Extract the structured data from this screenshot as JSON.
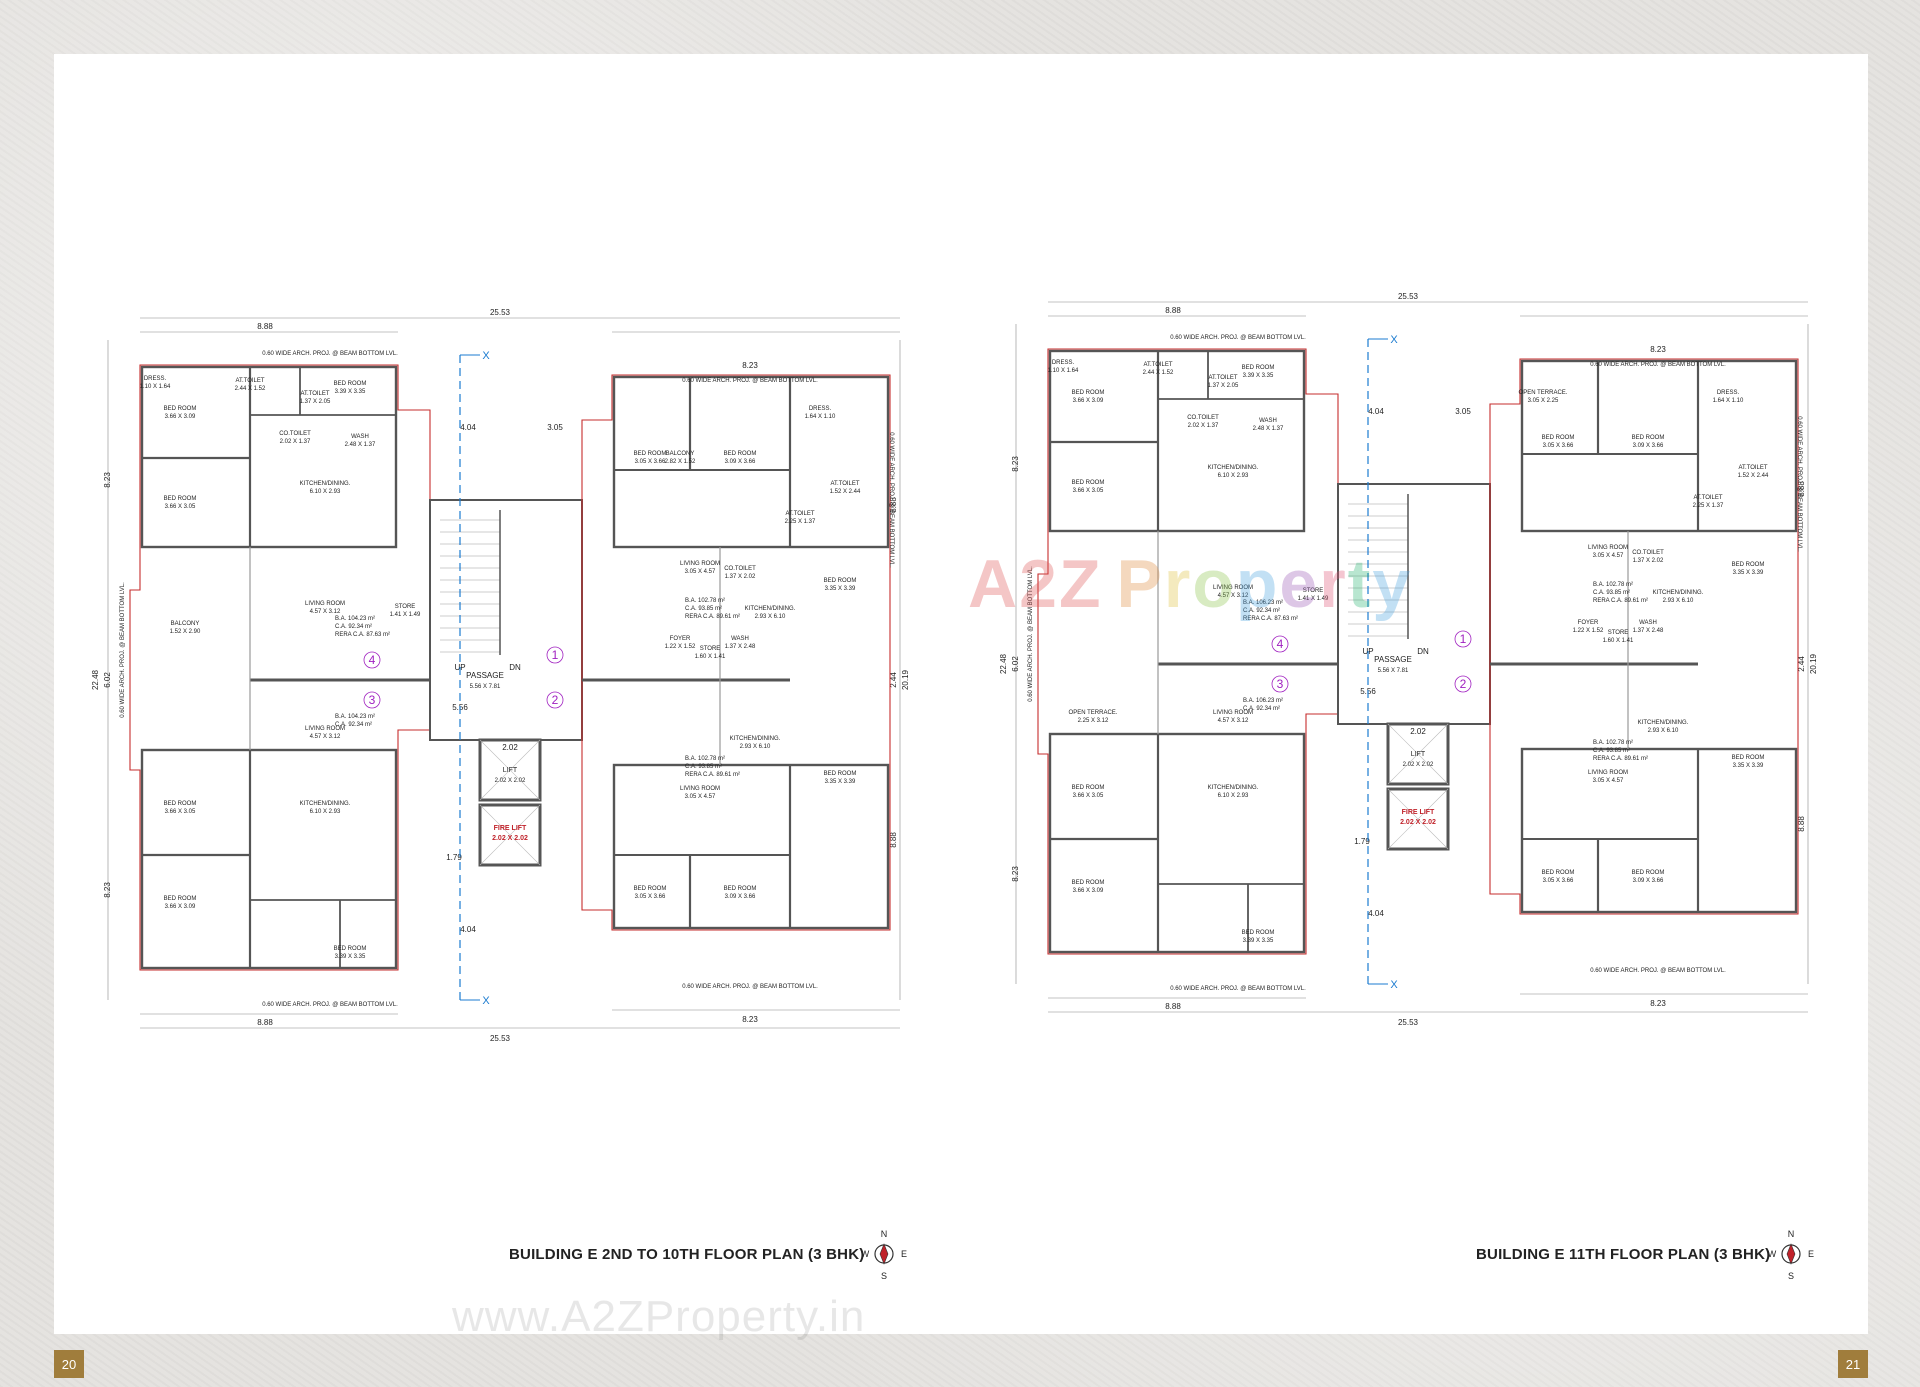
{
  "pages": {
    "left": "20",
    "right": "21"
  },
  "watermark": {
    "url": "www.A2ZProperty.in",
    "logo_letters": [
      "A",
      "2",
      "Z",
      " ",
      "P",
      "r",
      "o",
      "p",
      "e",
      "r",
      "t",
      "y"
    ]
  },
  "plans": [
    {
      "title": "BUILDING E 2ND TO 10TH FLOOR PLAN (3 BHK)",
      "compass": {
        "n": "N",
        "s": "S",
        "e": "E",
        "w": "W"
      },
      "axis_label": "X",
      "overall": {
        "top": "25.53",
        "bottom": "25.53",
        "left_top": "8.88",
        "right_top": "8.23",
        "left_bot": "8.88",
        "right_bot": "8.23",
        "height_left": "22.48",
        "height_right": "20.19",
        "h1": "8.23",
        "h2": "6.02",
        "h3": "8.23",
        "r1": "8.88",
        "r2": "2.44",
        "r3": "8.88"
      },
      "core": {
        "passage": "PASSAGE",
        "passage_dim": "5.56 X 7.81",
        "lift": "LIFT",
        "lift_dim": "2.02 X 2.02",
        "fire_lift": "FIRE LIFT",
        "fire_lift_dim": "2.02 X 2.02",
        "up": "UP",
        "dn": "DN",
        "w1": "4.04",
        "w2": "3.05",
        "w3": "5.56",
        "w4": "2.02",
        "w5": "1.79"
      },
      "flat_a_rooms": [
        {
          "name": "BED ROOM",
          "dim": "3.66 X 3.09"
        },
        {
          "name": "BED ROOM",
          "dim": "3.39 X 3.35"
        },
        {
          "name": "BED ROOM",
          "dim": "3.66 X 3.05"
        },
        {
          "name": "AT.TOILET",
          "dim": "2.44 X 1.52"
        },
        {
          "name": "AT.TOILET",
          "dim": "1.37 X 2.05"
        },
        {
          "name": "DRESS.",
          "dim": "1.10 X 1.64"
        },
        {
          "name": "CO.TOILET",
          "dim": "2.02 X 1.37"
        },
        {
          "name": "WASH",
          "dim": "2.48 X 1.37"
        },
        {
          "name": "KITCHEN/DINING.",
          "dim": "6.10 X 2.93"
        },
        {
          "name": "LIVING ROOM",
          "dim": "4.57 X 3.12"
        },
        {
          "name": "STORE",
          "dim": "1.41 X 1.49"
        },
        {
          "name": "BALCONY",
          "dim": "1.52 X 2.90"
        }
      ],
      "flat_a_area": {
        "ba": "B.A. 104.23 m²",
        "ca": "C.A. 92.34 m²",
        "rera": "RERA C.A. 87.63 m²"
      },
      "flat_b_rooms": [
        {
          "name": "BED ROOM",
          "dim": "3.05 X 3.66"
        },
        {
          "name": "BED ROOM",
          "dim": "3.09 X 3.66"
        },
        {
          "name": "BED ROOM",
          "dim": "3.35 X 3.39"
        },
        {
          "name": "DRESS.",
          "dim": "1.64 X 1.10"
        },
        {
          "name": "AT.TOILET",
          "dim": "1.52 X 2.44"
        },
        {
          "name": "AT.TOILET",
          "dim": "2.25 X 1.37"
        },
        {
          "name": "CO.TOILET",
          "dim": "1.37 X 2.02"
        },
        {
          "name": "WASH",
          "dim": "1.37 X 2.48"
        },
        {
          "name": "KITCHEN/DINING.",
          "dim": "2.93 X 6.10"
        },
        {
          "name": "LIVING ROOM",
          "dim": "3.05 X 4.57"
        },
        {
          "name": "STORE",
          "dim": "1.60 X 1.41"
        },
        {
          "name": "FOYER",
          "dim": "1.22 X 1.52"
        },
        {
          "name": "BALCONY",
          "dim": "2.82 X 1.52"
        }
      ],
      "flat_b_area": {
        "ba": "B.A. 102.78 m²",
        "ca": "C.A. 93.85 m²",
        "rera": "RERA C.A. 89.61 m²"
      },
      "arch_note": "0.60 WIDE ARCH. PROJ. @ BEAM BOTTOM LVL.",
      "flat_numbers": [
        "1",
        "2",
        "3",
        "4"
      ]
    },
    {
      "title": "BUILDING E 11TH FLOOR PLAN (3 BHK)",
      "compass": {
        "n": "N",
        "s": "S",
        "e": "E",
        "w": "W"
      },
      "axis_label": "X",
      "overall": {
        "top": "25.53",
        "bottom": "25.53",
        "left_top": "8.88",
        "right_top": "8.23",
        "left_bot": "8.88",
        "right_bot": "8.23",
        "height_left": "22.48",
        "height_right": "20.19",
        "h1": "8.23",
        "h2": "6.02",
        "h3": "8.23",
        "r1": "8.88",
        "r2": "2.44",
        "r3": "8.88"
      },
      "core": {
        "passage": "PASSAGE",
        "passage_dim": "5.56 X 7.81",
        "lift": "LIFT",
        "lift_dim": "2.02 X 2.02",
        "fire_lift": "FIRE LIFT",
        "fire_lift_dim": "2.02 X 2.02",
        "up": "UP",
        "dn": "DN",
        "w1": "4.04",
        "w2": "3.05",
        "w3": "5.56",
        "w4": "2.02",
        "w5": "1.79"
      },
      "flat_a_rooms": [
        {
          "name": "BED ROOM",
          "dim": "3.66 X 3.09"
        },
        {
          "name": "BED ROOM",
          "dim": "3.39 X 3.35"
        },
        {
          "name": "BED ROOM",
          "dim": "3.66 X 3.05"
        },
        {
          "name": "AT.TOILET",
          "dim": "2.44 X 1.52"
        },
        {
          "name": "AT.TOILET",
          "dim": "1.37 X 2.05"
        },
        {
          "name": "DRESS.",
          "dim": "1.10 X 1.64"
        },
        {
          "name": "CO.TOILET",
          "dim": "2.02 X 1.37"
        },
        {
          "name": "WASH",
          "dim": "2.48 X 1.37"
        },
        {
          "name": "KITCHEN/DINING.",
          "dim": "6.10 X 2.93"
        },
        {
          "name": "LIVING ROOM",
          "dim": "4.57 X 3.12"
        },
        {
          "name": "STORE",
          "dim": "1.41 X 1.49"
        },
        {
          "name": "OPEN TERRACE.",
          "dim": "2.25 X 3.12"
        }
      ],
      "flat_a_area": {
        "ba": "B.A. 106.23 m²",
        "ca": "C.A. 92.34 m²",
        "rera": "RERA C.A. 87.63 m²"
      },
      "flat_b_rooms": [
        {
          "name": "BED ROOM",
          "dim": "3.05 X 3.66"
        },
        {
          "name": "BED ROOM",
          "dim": "3.09 X 3.66"
        },
        {
          "name": "BED ROOM",
          "dim": "3.35 X 3.39"
        },
        {
          "name": "DRESS.",
          "dim": "1.64 X 1.10"
        },
        {
          "name": "AT.TOILET",
          "dim": "1.52 X 2.44"
        },
        {
          "name": "AT.TOILET",
          "dim": "2.25 X 1.37"
        },
        {
          "name": "CO.TOILET",
          "dim": "1.37 X 2.02"
        },
        {
          "name": "WASH",
          "dim": "1.37 X 2.48"
        },
        {
          "name": "KITCHEN/DINING.",
          "dim": "2.93 X 6.10"
        },
        {
          "name": "LIVING ROOM",
          "dim": "3.05 X 4.57"
        },
        {
          "name": "STORE",
          "dim": "1.60 X 1.41"
        },
        {
          "name": "FOYER",
          "dim": "1.22 X 1.52"
        },
        {
          "name": "OPEN TERRACE.",
          "dim": "3.05 X 2.25"
        }
      ],
      "flat_b_area": {
        "ba": "B.A. 102.78 m²",
        "ca": "C.A. 93.85 m²",
        "rera": "RERA C.A. 89.61 m²"
      },
      "arch_note": "0.60 WIDE ARCH. PROJ. @ BEAM BOTTOM LVL.",
      "flat_numbers": [
        "1",
        "2",
        "3",
        "4"
      ]
    }
  ],
  "colors": {
    "wall": "#555555",
    "red_line": "#c62d2d",
    "axis": "#1b7bd0",
    "page_tab": "#a07d3c",
    "flat_number": "#a020c0"
  }
}
